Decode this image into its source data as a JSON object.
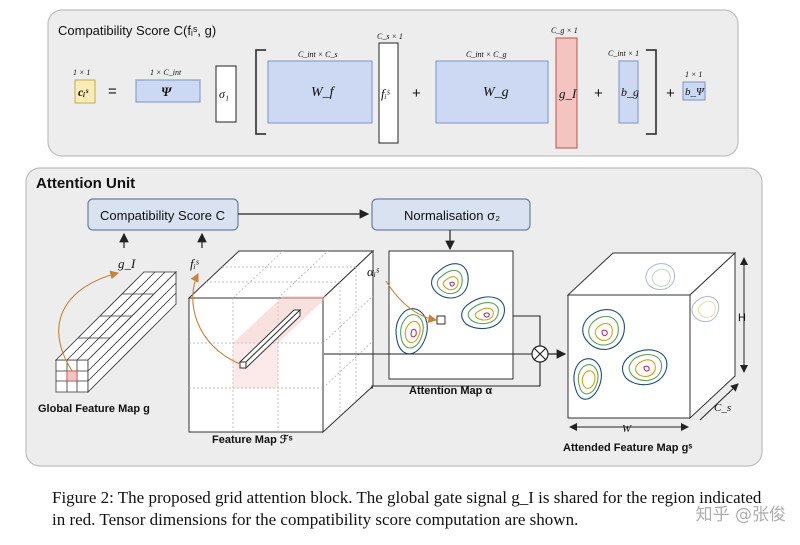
{
  "compat": {
    "title": "Compatibility Score C(fᵢˢ, g)",
    "c_label": "cᵢˢ",
    "c_dim": "1 × 1",
    "equals": "=",
    "psi": "Ψ",
    "psi_dim": "1 × C_int",
    "sigma1": "σ₁",
    "wf": "W_f",
    "wf_dim": "C_int × C_s",
    "fi": "fᵢˢ",
    "fi_dim": "C_s × 1",
    "plus": "+",
    "wg": "W_g",
    "wg_dim": "C_int × C_g",
    "gi": "g_I",
    "gi_dim": "C_g × 1",
    "bg": "b_g",
    "bg_dim": "C_int × 1",
    "bpsi": "b_Ψ",
    "bpsi_dim": "1 × 1"
  },
  "attention": {
    "title": "Attention Unit",
    "compat_box": "Compatibility Score C",
    "norm_box": "Normalisation σ₂",
    "g_input": "g_I",
    "f_input": "fᵢˢ",
    "alpha_label": "αᵢˢ",
    "global_map": "Global Feature Map g",
    "feature_map": "Feature Map ℱˢ",
    "attention_map": "Attention Map α",
    "attended_map": "Attended Feature Map gˢ",
    "dim_h": "H",
    "dim_w": "W",
    "dim_cs": "C_s"
  },
  "caption": "Figure 2: The proposed grid attention block. The global gate signal g_I is shared for the region indicated in red. Tensor dimensions for the compatibility score computation are shown.",
  "watermark": "知乎 @张俊",
  "colors": {
    "blue_fill": "#cdd9f2",
    "blue_stroke": "#7a93c8",
    "red_fill": "#f3c4c0",
    "red_stroke": "#c0504d",
    "yellow_fill": "#fbecb5",
    "panel_bg": "#ededed"
  }
}
